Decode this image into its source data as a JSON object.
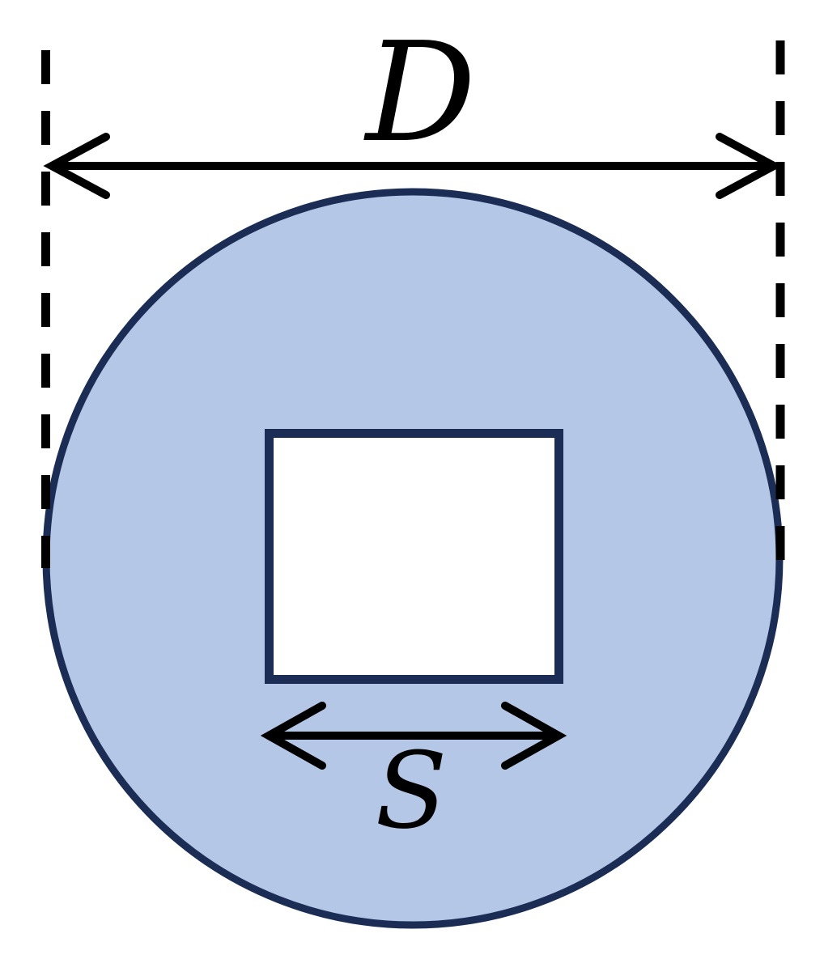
{
  "diagram": {
    "title": "Circle of diameter D with a square hole of side S",
    "colors": {
      "circle_fill": "#b4c7e7",
      "outline": "#1b2d55",
      "square_fill": "#ffffff",
      "dimension_line": "#000000"
    },
    "labels": {
      "diameter": "D",
      "side": "S"
    },
    "shapes": [
      {
        "type": "circle",
        "name": "outer-disk",
        "dimension_label": "D"
      },
      {
        "type": "square",
        "name": "square-hole",
        "dimension_label": "S"
      }
    ]
  }
}
